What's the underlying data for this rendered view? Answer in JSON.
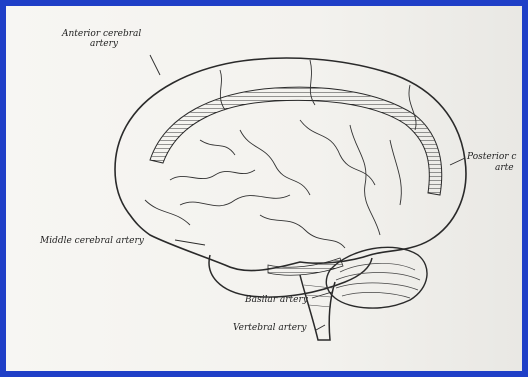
{
  "labels": {
    "anterior_line1": "Anterior cerebral",
    "anterior_line2": "artery",
    "posterior_line1": "Posterior c",
    "posterior_line2": "arte",
    "middle": "Middle cerebral artery",
    "basilar": "Basilar artery",
    "vertebral": "Vertebral artery"
  },
  "colors": {
    "frame": "#1f3fc7",
    "ink": "#2a2a2a"
  }
}
